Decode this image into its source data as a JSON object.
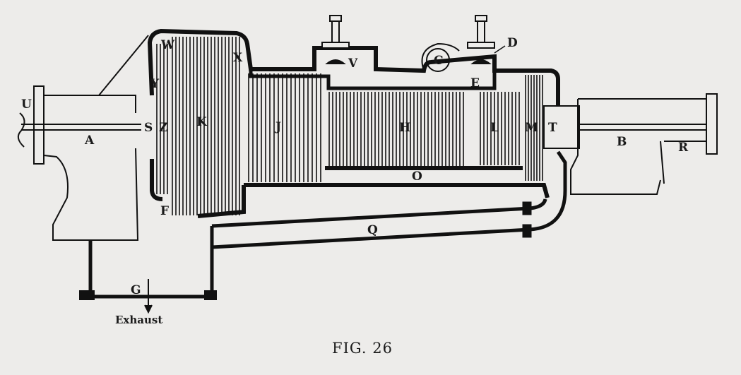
{
  "figure": {
    "caption": "FIG. 26",
    "exhaust_label": "Exhaust",
    "labels": {
      "U": "U",
      "A": "A",
      "S": "S",
      "Z": "Z",
      "K": "K",
      "W": "W",
      "Y": "Y",
      "X": "X",
      "J": "J",
      "V": "V",
      "C": "C",
      "D": "D",
      "E": "E",
      "H": "H",
      "L": "L",
      "M": "M",
      "T": "T",
      "B": "B",
      "R": "R",
      "O": "O",
      "F": "F",
      "Q": "Q",
      "G": "G"
    }
  },
  "colors": {
    "ink": "#111111",
    "paper": "#edecea"
  }
}
